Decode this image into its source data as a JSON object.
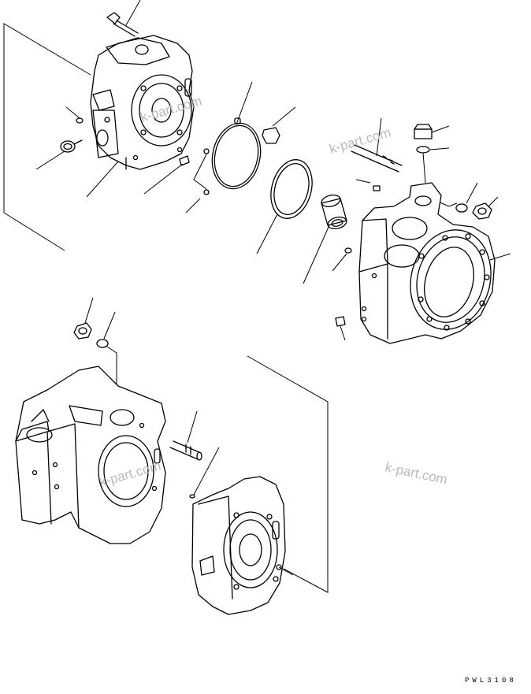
{
  "watermarks": [
    "k-part.com",
    "k-part.com",
    "k-part.com",
    "k-part.com"
  ],
  "drawing_code": "PWL3108"
}
